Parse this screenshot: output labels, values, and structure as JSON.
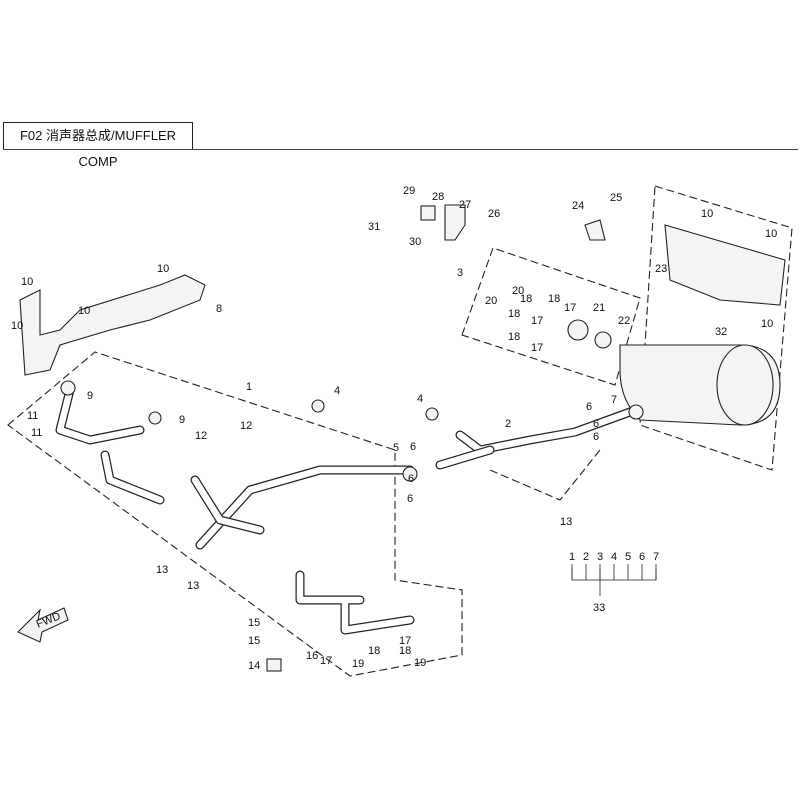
{
  "title": "F02 消声器总成/MUFFLER COMP",
  "callouts": [
    "29",
    "28",
    "27",
    "26",
    "31",
    "30",
    "24",
    "25",
    "10",
    "10",
    "3",
    "23",
    "20",
    "20",
    "18",
    "18",
    "17",
    "18",
    "17",
    "21",
    "22",
    "18",
    "17",
    "32",
    "10",
    "10",
    "10",
    "10",
    "10",
    "8",
    "1",
    "4",
    "4",
    "2",
    "9",
    "9",
    "11",
    "11",
    "12",
    "12",
    "5",
    "6",
    "6",
    "6",
    "6",
    "6",
    "6",
    "7",
    "13",
    "13",
    "13",
    "15",
    "15",
    "14",
    "16",
    "17",
    "18",
    "18",
    "17",
    "19",
    "19"
  ],
  "legend": {
    "members": [
      "1",
      "2",
      "3",
      "4",
      "5",
      "6",
      "7"
    ],
    "assembly": "33"
  },
  "fwd_label": "FWD"
}
